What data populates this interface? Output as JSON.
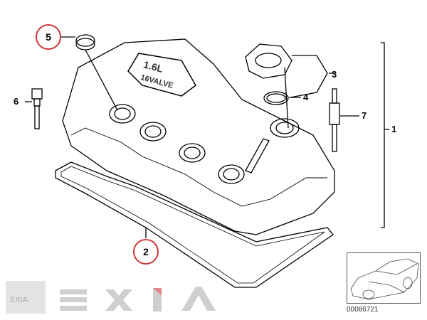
{
  "callouts": {
    "c1": "1",
    "c2": "2",
    "c3": "3",
    "c4": "4",
    "c5": "5",
    "c6": "6",
    "c7": "7"
  },
  "cover_badge": {
    "line1": "1.6L",
    "line2": "16VALVE"
  },
  "diagram_id": "00086721",
  "watermark": "EXIA",
  "colors": {
    "callout_ring": "#d0353a",
    "line": "#000000",
    "watermark": "#c8c8c8"
  }
}
